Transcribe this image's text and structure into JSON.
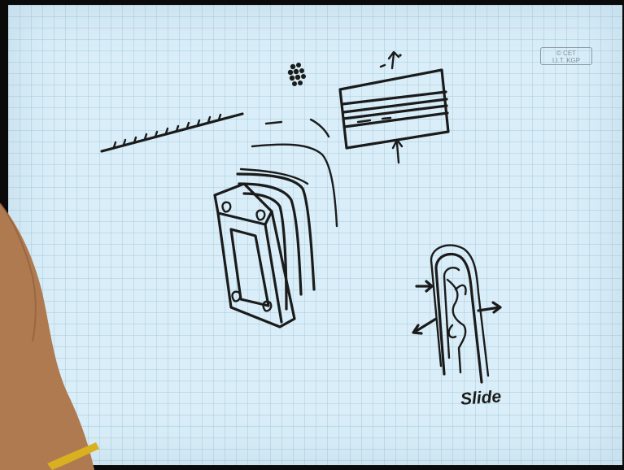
{
  "watermark": {
    "line1": "© CET",
    "line2": "I.I.T. KGP"
  },
  "annotations": {
    "slide_label": "Slide"
  },
  "colors": {
    "board": "#d9eef8",
    "ink": "#1b1b1b",
    "skin": "#b07a50",
    "bracelet": "#d8b020"
  }
}
